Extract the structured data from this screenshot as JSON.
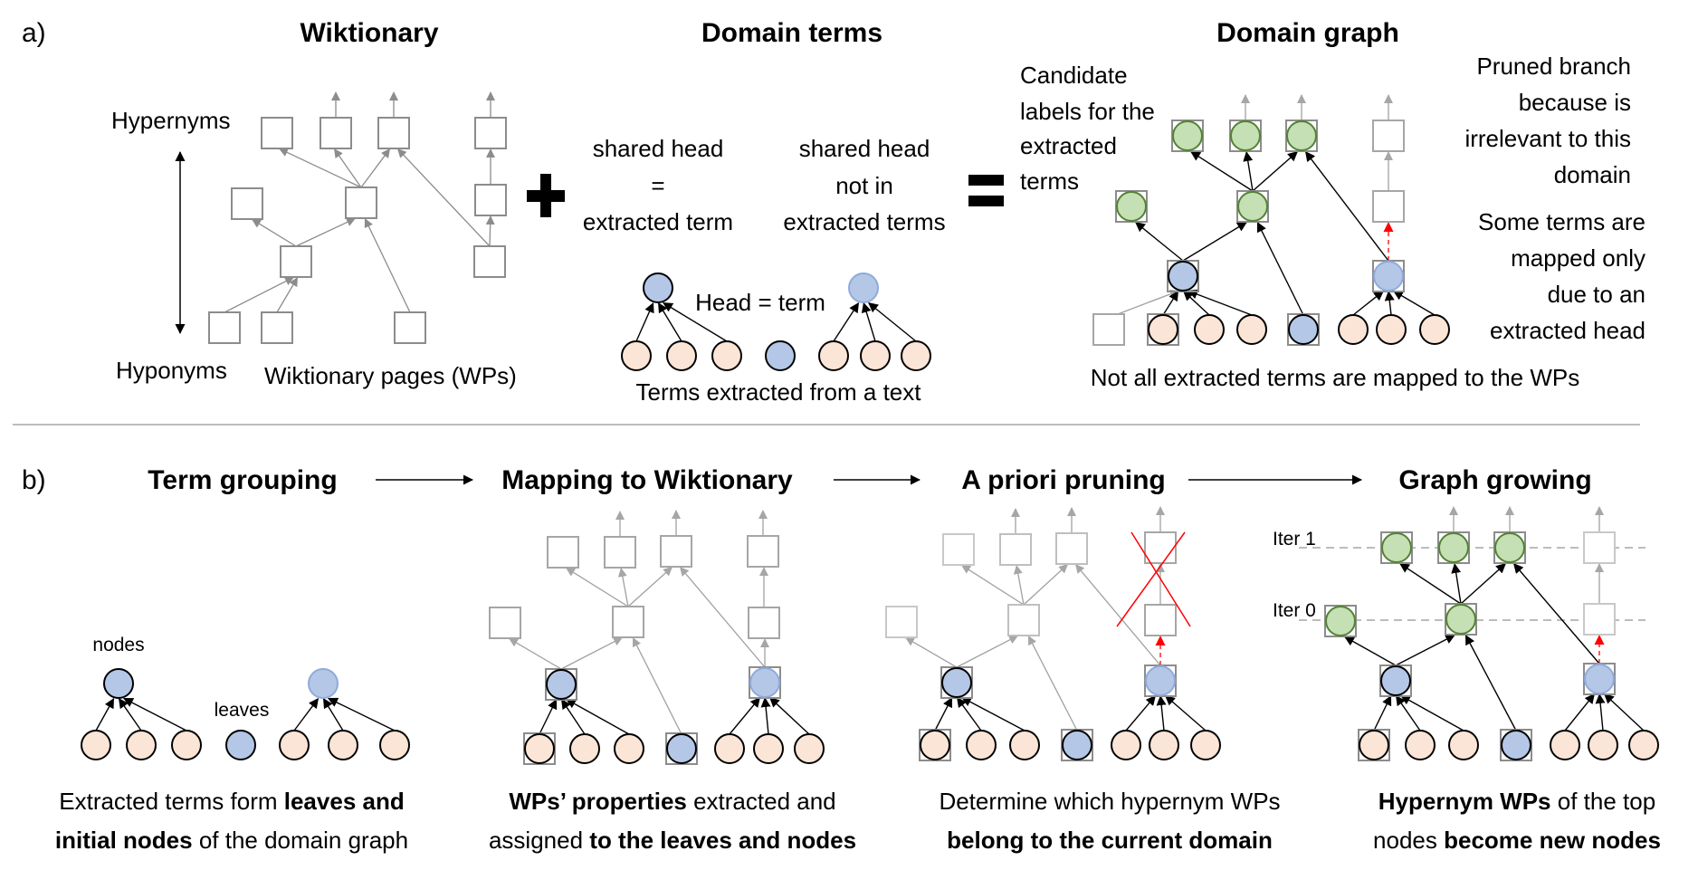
{
  "colors": {
    "wp_stroke": "#8c8c8c",
    "wp_faint_stroke": "#a6a6a6",
    "wp_fainter_stroke": "#c0c0c0",
    "edge_gray": "#a0a0a0",
    "edge_black": "#000000",
    "leaf_fill": "#fbe5d6",
    "blue_fill": "#b4c7e7",
    "blue_faded_stroke": "#8faadc",
    "green_fill": "#c5e0b4",
    "green_stroke": "#548235",
    "red": "#ff0000",
    "separator": "#a6a6a6",
    "dashed_iter": "#a6a6a6"
  },
  "section_a": {
    "panel_label": "a)",
    "wiktionary": {
      "title": "Wiktionary",
      "hypernyms_label": "Hypernyms",
      "hyponyms_label": "Hyponyms",
      "caption": "Wiktionary pages (WPs)"
    },
    "plus_sign": "+",
    "domain_terms": {
      "title": "Domain terms",
      "left_col": [
        "shared head",
        "=",
        "extracted term"
      ],
      "right_col": [
        "shared head",
        "not in",
        "extracted terms"
      ],
      "head_equals_term": "Head = term",
      "caption": "Terms extracted from a text"
    },
    "equals_sign": "=",
    "domain_graph": {
      "title": "Domain graph",
      "candidate_note": [
        "Candidate",
        "labels for the",
        "extracted",
        "terms"
      ],
      "pruned_note": [
        "Pruned branch",
        "because is",
        "irrelevant to this",
        "domain"
      ],
      "mapped_note": [
        "Some terms are",
        "mapped only",
        "due to an",
        "extracted head"
      ],
      "caption": "Not all extracted terms are mapped to the WPs"
    }
  },
  "section_b": {
    "panel_label": "b)",
    "steps": [
      {
        "title": "Term grouping",
        "nodes_label": "nodes",
        "leaves_label": "leaves",
        "caption_line1": [
          {
            "t": "Extracted terms form ",
            "b": false
          },
          {
            "t": "leaves and",
            "b": true
          }
        ],
        "caption_line2": [
          {
            "t": "initial nodes",
            "b": true
          },
          {
            "t": " of the domain graph",
            "b": false
          }
        ]
      },
      {
        "title": "Mapping to Wiktionary",
        "caption_line1": [
          {
            "t": "WPs’ properties",
            "b": true
          },
          {
            "t": " extracted and",
            "b": false
          }
        ],
        "caption_line2": [
          {
            "t": "assigned ",
            "b": false
          },
          {
            "t": "to the leaves and nodes",
            "b": true
          }
        ]
      },
      {
        "title": "A priori pruning",
        "caption_line1": [
          {
            "t": "Determine which hypernym WPs",
            "b": false
          }
        ],
        "caption_line2": [
          {
            "t": "belong to the current domain",
            "b": true
          }
        ]
      },
      {
        "title": "Graph growing",
        "iter_labels": [
          "Iter 1",
          "Iter 0"
        ],
        "caption_line1": [
          {
            "t": "Hypernym WPs",
            "b": true
          },
          {
            "t": " of the top",
            "b": false
          }
        ],
        "caption_line2": [
          {
            "t": "nodes ",
            "b": false
          },
          {
            "t": "become new nodes",
            "b": true
          }
        ]
      }
    ]
  }
}
